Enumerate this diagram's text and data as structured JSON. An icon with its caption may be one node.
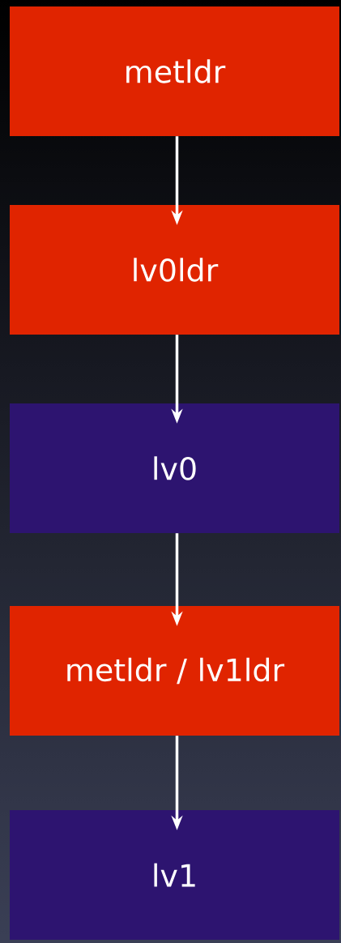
{
  "diagram": {
    "nodes": [
      {
        "text": [
          "metldr"
        ]
      },
      {
        "text": [
          "lv0ldr"
        ]
      },
      {
        "text": [
          "lv0"
        ]
      },
      {
        "text": [
          "metldr / lv1ldr"
        ]
      },
      {
        "text": [
          "lv1"
        ]
      }
    ],
    "edges": [
      {
        "from": 0,
        "to": 1,
        "arrow": "to"
      },
      {
        "from": 1,
        "to": 2,
        "arrow": "to"
      },
      {
        "from": 2,
        "to": 3,
        "arrow": "to"
      },
      {
        "from": 3,
        "to": 4,
        "arrow": "to"
      }
    ]
  }
}
